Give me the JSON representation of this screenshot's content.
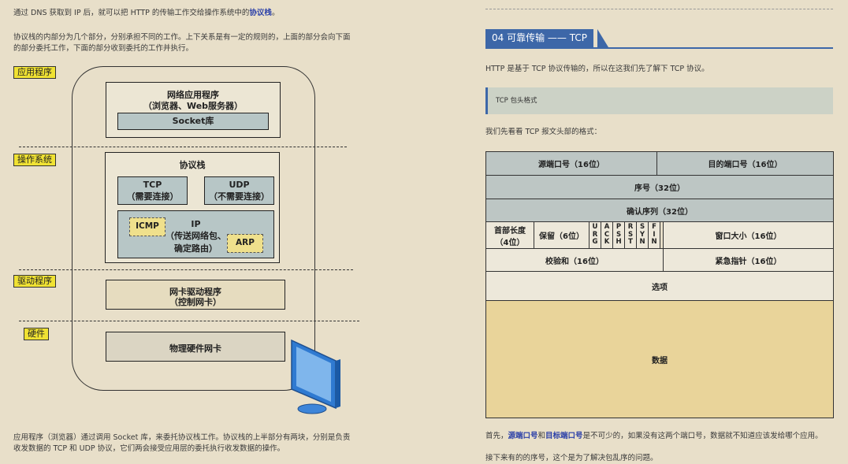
{
  "left": {
    "para1_pre": "通过 DNS 获取到 IP 后，就可以把 HTTP 的传输工作交给操作系统中的",
    "para1_link": "协议栈",
    "para1_post": "。",
    "para2_l1": "协议栈的内部分为几个部分，分别承担不同的工作。上下关系是有一定的规则的，上面的部分会向下面",
    "para2_l2": "的部分委托工作，下面的部分收到委托的工作并执行。",
    "tags": {
      "app": "应用程序",
      "os": "操作系统",
      "driver": "驱动程序",
      "hw": "硬件"
    },
    "app_box_l1": "网络应用程序",
    "app_box_l2": "（浏览器、Web服务器）",
    "socket": "Socket库",
    "stack_title": "协议栈",
    "tcp_l1": "TCP",
    "tcp_l2": "（需要连接）",
    "udp_l1": "UDP",
    "udp_l2": "（不需要连接）",
    "icmp": "ICMP",
    "ip_l1": "IP",
    "ip_l2": "（传送网络包、",
    "ip_l3": "确定路由）",
    "arp": "ARP",
    "driver_l1": "网卡驱动程序",
    "driver_l2": "（控制网卡）",
    "nic": "物理硬件网卡",
    "bottom_l1": "应用程序（浏览器）通过调用 Socket 库，来委托协议栈工作。协议栈的上半部分有两块，分别是负责",
    "bottom_l2": "收发数据的 TCP 和 UDP 协议，它们两会接受应用层的委托执行收发数据的操作。"
  },
  "right": {
    "heading": "04 可靠传输 —— TCP",
    "intro": "HTTP 是基于 TCP 协议传输的，所以在这我们先了解下 TCP 协议。",
    "quote": "TCP 包头格式",
    "lead": "我们先看看 TCP 报文头部的格式：",
    "tcp": {
      "src_port": "源端口号（16位）",
      "dst_port": "目的端口号（16位）",
      "seq": "序号（32位）",
      "ack": "确认序列（32位）",
      "hdr_len_l1": "首部长度",
      "hdr_len_l2": "（4位）",
      "reserved": "保留（6位）",
      "flags": [
        [
          "U",
          "R",
          "G"
        ],
        [
          "A",
          "C",
          "K"
        ],
        [
          "P",
          "S",
          "H"
        ],
        [
          "R",
          "S",
          "T"
        ],
        [
          "S",
          "Y",
          "N"
        ],
        [
          "F",
          "I",
          "N"
        ]
      ],
      "window": "窗口大小（16位）",
      "checksum": "校验和（16位）",
      "urgent": "紧急指针（16位）",
      "options": "选项",
      "data": "数据"
    },
    "bottom_pre": "首先，",
    "bottom_link1": "源端口号",
    "bottom_mid": "和",
    "bottom_link2": "目标端口号",
    "bottom_post": "是不可少的，如果没有这两个端口号，数据就不知道应该发给哪个应用。",
    "cut_line": "接下来有的的序号，这个是为了解决包乱序的问题。"
  },
  "colors": {
    "accent": "#3d67a8",
    "link": "#2a3fa8",
    "tag_yellow": "#f0e233",
    "header_gray": "#bdc6c4",
    "data_yellow": "#e9d49a"
  }
}
